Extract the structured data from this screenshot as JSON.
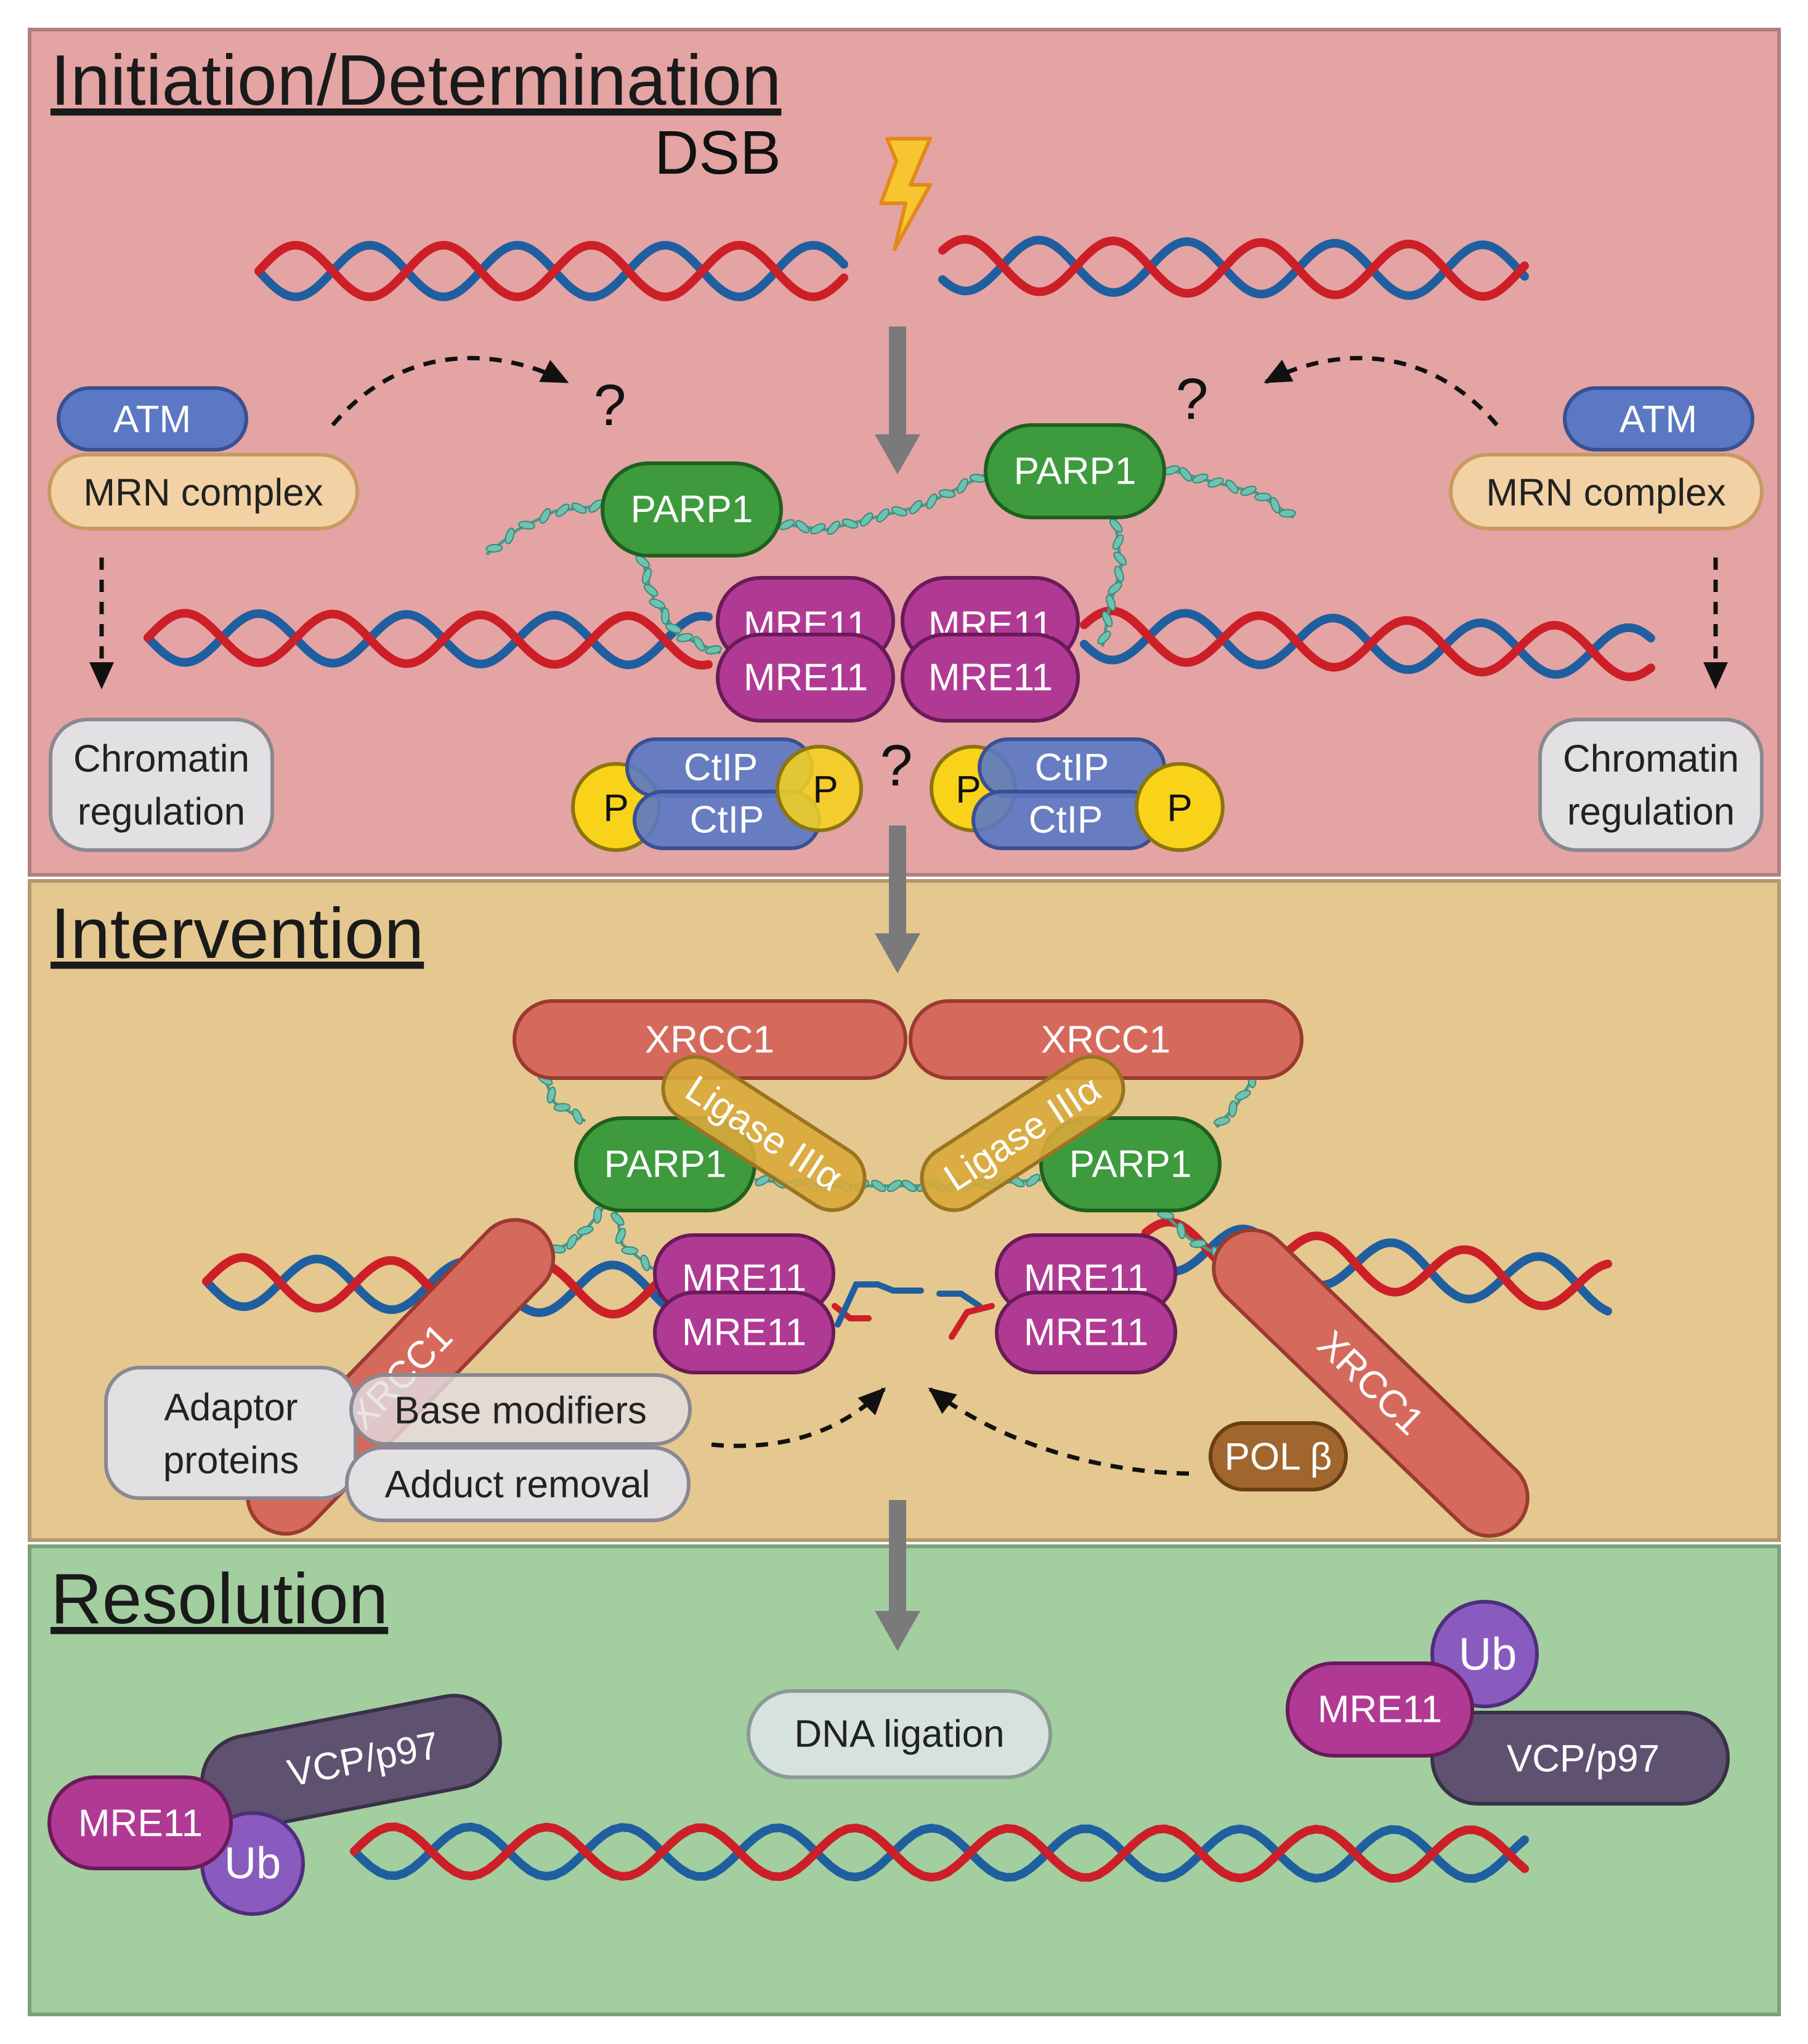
{
  "sections": {
    "initiation": {
      "title": "Initiation/Determination"
    },
    "intervention": {
      "title": "Intervention"
    },
    "resolution": {
      "title": "Resolution"
    }
  },
  "labels": {
    "dsb": "DSB",
    "question": "?",
    "atm": "ATM",
    "mrn_complex": "MRN complex",
    "chromatin_line1": "Chromatin",
    "chromatin_line2": "regulation",
    "parp1": "PARP1",
    "mre11": "MRE11",
    "ctip": "CtIP",
    "phospho": "P",
    "xrcc1": "XRCC1",
    "ligase": "Ligase IIIα",
    "adaptor_line1": "Adaptor",
    "adaptor_line2": "proteins",
    "base_modifiers": "Base modifiers",
    "adduct_removal": "Adduct removal",
    "pol_beta": "POL β",
    "dna_ligation": "DNA ligation",
    "vcp": "VCP/p97",
    "ub": "Ub"
  },
  "colors": {
    "initiation_bg": "#e4a4a4",
    "intervention_bg": "#e5c88f",
    "resolution_bg": "#a3cea0",
    "dna_red": "#cc1f27",
    "dna_blue": "#1f5f9f",
    "atm": "#5a78c4",
    "mrn": "#f2d2a4",
    "parp1": "#3d9a3d",
    "mre11": "#b03a93",
    "ctip": "#5a78c4",
    "phospho": "#f8d31a",
    "xrcc1": "#d56a5c",
    "ligase": "#d8a93a",
    "pol_beta": "#a0662e",
    "vcp": "#5e5270",
    "ub": "#8a5bbf",
    "grey_box": "#e2e0e3",
    "par_chain": "#6cc3b2",
    "arrow": "#7a7a7a",
    "lightning": "#f6c530"
  },
  "icons": [
    "lightning-icon",
    "dna-helix-icon",
    "par-chain-icon",
    "dashed-arrow-icon",
    "down-arrow-icon"
  ]
}
